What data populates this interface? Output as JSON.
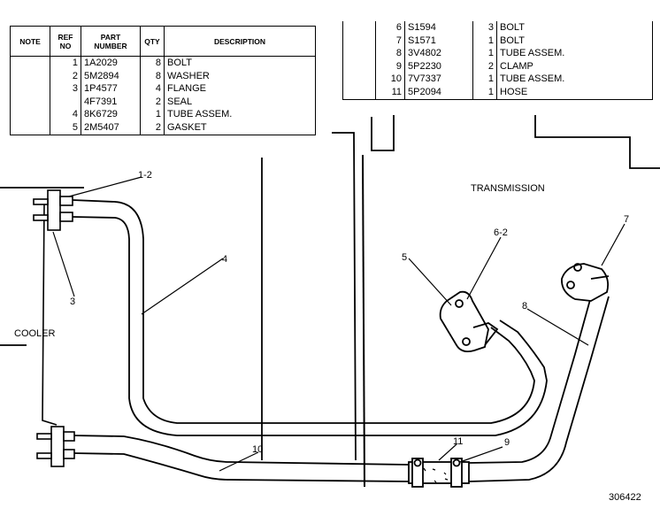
{
  "parts_table_left": {
    "headers": {
      "note": "NOTE",
      "ref_no": "REF\nNO",
      "part_number": "PART\nNUMBER",
      "qty": "QTY",
      "description": "DESCRIPTION"
    },
    "rows": [
      {
        "note": "",
        "ref": "1",
        "part": "1A2029",
        "qty": "8",
        "desc": "BOLT"
      },
      {
        "note": "",
        "ref": "2",
        "part": "5M2894",
        "qty": "8",
        "desc": "WASHER"
      },
      {
        "note": "",
        "ref": "3",
        "part": "1P4577",
        "qty": "4",
        "desc": "FLANGE"
      },
      {
        "note": "",
        "ref": "",
        "part": "4F7391",
        "qty": "2",
        "desc": "SEAL"
      },
      {
        "note": "",
        "ref": "4",
        "part": "8K6729",
        "qty": "1",
        "desc": "TUBE ASSEM."
      },
      {
        "note": "",
        "ref": "5",
        "part": "2M5407",
        "qty": "2",
        "desc": "GASKET"
      }
    ]
  },
  "parts_table_right": {
    "rows": [
      {
        "note": "",
        "ref": "6",
        "part": "S1594",
        "qty": "3",
        "desc": "BOLT"
      },
      {
        "note": "",
        "ref": "7",
        "part": "S1571",
        "qty": "1",
        "desc": "BOLT"
      },
      {
        "note": "",
        "ref": "8",
        "part": "3V4802",
        "qty": "1",
        "desc": "TUBE ASSEM."
      },
      {
        "note": "",
        "ref": "9",
        "part": "5P2230",
        "qty": "2",
        "desc": "CLAMP"
      },
      {
        "note": "",
        "ref": "10",
        "part": "7V7337",
        "qty": "1",
        "desc": "TUBE ASSEM."
      },
      {
        "note": "",
        "ref": "11",
        "part": "5P2094",
        "qty": "1",
        "desc": "HOSE"
      }
    ]
  },
  "labels": {
    "transmission": "TRANSMISSION",
    "cooler": "COOLER",
    "callout_1_2": "1-2",
    "callout_3": "3",
    "callout_4": "4",
    "callout_5": "5",
    "callout_6_2": "6-2",
    "callout_7": "7",
    "callout_8": "8",
    "callout_9": "9",
    "callout_10": "10",
    "callout_11": "11",
    "drawing_number": "306422"
  }
}
